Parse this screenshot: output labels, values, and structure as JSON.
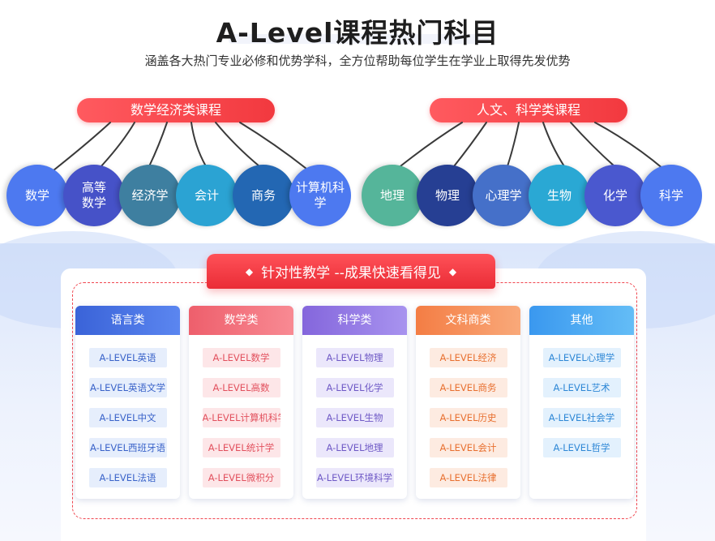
{
  "header": {
    "title": "A-Level课程热门科目",
    "subtitle": "涵盖各大热门专业必修和优势学科，全方位帮助每位学生在学业上取得先发优势"
  },
  "groups": [
    {
      "label": "数学经济类课程",
      "subjects": [
        {
          "label": "数学",
          "color": "#4d79f0"
        },
        {
          "label": "高等\n数学",
          "color": "#4652c8"
        },
        {
          "label": "经济学",
          "color": "#3e7fa0"
        },
        {
          "label": "会计",
          "color": "#2ba3d3"
        },
        {
          "label": "商务",
          "color": "#2367b3"
        },
        {
          "label": "计算机科\n学",
          "color": "#4d79f0"
        }
      ]
    },
    {
      "label": "人文、科学类课程",
      "subjects": [
        {
          "label": "地理",
          "color": "#55b59a"
        },
        {
          "label": "物理",
          "color": "#263f93"
        },
        {
          "label": "心理学",
          "color": "#4570c9"
        },
        {
          "label": "生物",
          "color": "#2aa8d4"
        },
        {
          "label": "化学",
          "color": "#4a58cf"
        },
        {
          "label": "科学",
          "color": "#4d79f0"
        }
      ]
    }
  ],
  "banner": {
    "left_icon": "◆",
    "text": "针对性教学 --成果快速看得见",
    "right_icon": "◆"
  },
  "categories": [
    {
      "label": "语言类",
      "head_color": "#3f6fe0",
      "tag_bg": "#e6eefc",
      "tag_color": "#3a63c9",
      "items": [
        "A-LEVEL英语",
        "A-LEVEL英语文学",
        "A-LEVEL中文",
        "A-LEVEL西班牙语",
        "A-LEVEL法语"
      ]
    },
    {
      "label": "数学类",
      "head_color": "#f06c78",
      "tag_bg": "#fde6e8",
      "tag_color": "#e2515e",
      "items": [
        "A-LEVEL数学",
        "A-LEVEL高数",
        "A-LEVEL计算机科学",
        "A-LEVEL统计学",
        "A-LEVEL微积分"
      ]
    },
    {
      "label": "科学类",
      "head_color": "#8f79e2",
      "tag_bg": "#ebe7fb",
      "tag_color": "#6f5ac6",
      "items": [
        "A-LEVEL物理",
        "A-LEVEL化学",
        "A-LEVEL生物",
        "A-LEVEL地理",
        "A-LEVEL环境科学"
      ]
    },
    {
      "label": "文科商类",
      "head_color": "#f58f58",
      "tag_bg": "#fdebe1",
      "tag_color": "#e87030",
      "items": [
        "A-LEVEL经济",
        "A-LEVEL商务",
        "A-LEVEL历史",
        "A-LEVEL会计",
        "A-LEVEL法律"
      ]
    },
    {
      "label": "其他",
      "head_color": "#46a6f2",
      "tag_bg": "#e3f1fd",
      "tag_color": "#2f88d6",
      "items": [
        "A-LEVEL心理学",
        "A-LEVEL艺术",
        "A-LEVEL社会学",
        "A-LEVEL哲学"
      ]
    }
  ],
  "colors": {
    "pill_gradient_start": "#ff5a5f",
    "pill_gradient_end": "#f2393f",
    "accent_red": "#f0464f"
  }
}
